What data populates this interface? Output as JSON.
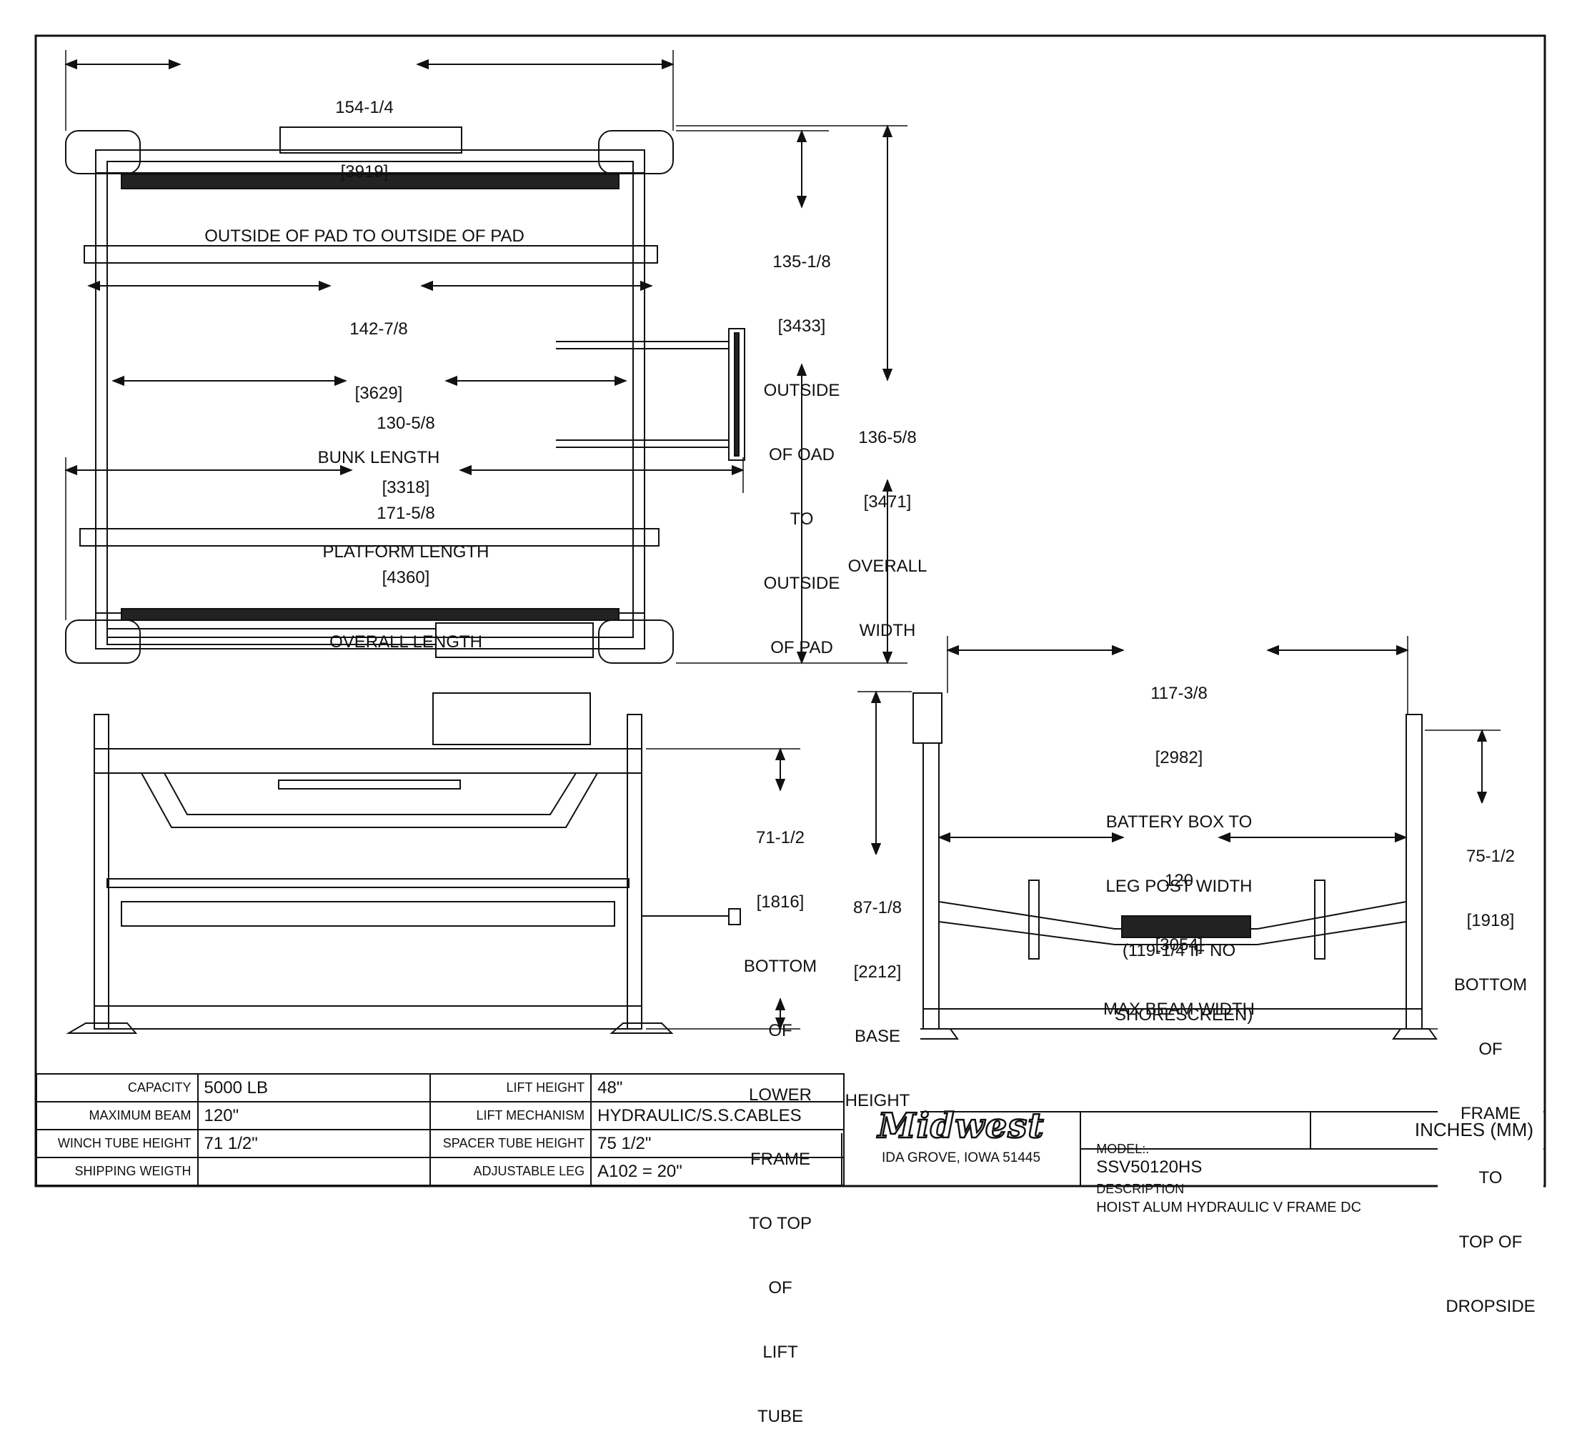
{
  "top_view": {
    "outside_pad": {
      "value": "154-1/4",
      "mm": "[3919]",
      "label": "OUTSIDE OF PAD TO OUTSIDE OF PAD"
    },
    "bunk_length": {
      "value": "142-7/8",
      "mm": "[3629]",
      "label": "BUNK LENGTH"
    },
    "platform_length": {
      "value": "130-5/8",
      "mm": "[3318]",
      "label": "PLATFORM LENGTH"
    },
    "overall_length": {
      "value": "171-5/8",
      "mm": "[4360]",
      "label": "OVERALL LENGTH"
    },
    "outside_oad": {
      "value": "135-1/8",
      "mm": "[3433]",
      "l1": "OUTSIDE",
      "l2": "OF OAD",
      "l3": "TO",
      "l4": "OUTSIDE",
      "l5": "OF PAD"
    },
    "overall_width": {
      "value": "136-5/8",
      "mm": "[3471]",
      "l1": "OVERALL",
      "l2": "WIDTH"
    }
  },
  "side_view": {
    "lower_frame": {
      "value": "71-1/2",
      "mm": "[1816]",
      "l1": "BOTTOM",
      "l2": "OF",
      "l3": "LOWER",
      "l4": "FRAME",
      "l5": "TO TOP",
      "l6": "OF",
      "l7": "LIFT",
      "l8": "TUBE"
    }
  },
  "end_view": {
    "battery_box": {
      "value": "117-3/8",
      "mm": "[2982]",
      "l1": "BATTERY BOX TO",
      "l2": "LEG POST WIDTH",
      "l3": "(119-1/4 IF NO",
      "l4": "  SHORESCREEN)"
    },
    "max_beam": {
      "value": "120",
      "mm": "[3054]",
      "label": "MAX BEAM WIDTH"
    },
    "base_height": {
      "value": "87-1/8",
      "mm": "[2212]",
      "l1": "BASE",
      "l2": "HEIGHT"
    },
    "dropside": {
      "value": "75-1/2",
      "mm": "[1918]",
      "l1": "BOTTOM",
      "l2": "OF",
      "l3": "FRAME",
      "l4": "TO",
      "l5": "TOP OF",
      "l6": "DROPSIDE"
    }
  },
  "specs": {
    "rows": [
      {
        "k1": "CAPACITY",
        "v1": "5000 LB",
        "k2": "LIFT HEIGHT",
        "v2": "48\""
      },
      {
        "k1": "MAXIMUM BEAM",
        "v1": "120\"",
        "k2": "LIFT MECHANISM",
        "v2": "HYDRAULIC/S.S.CABLES"
      },
      {
        "k1": "WINCH TUBE HEIGHT",
        "v1": "71 1/2\"",
        "k2": "SPACER TUBE HEIGHT",
        "v2": "75 1/2\""
      },
      {
        "k1": "SHIPPING WEIGTH",
        "v1": "",
        "k2": "ADJUSTABLE LEG",
        "v2": "A102 = 20\""
      }
    ]
  },
  "title_block": {
    "brand": "Midwest",
    "location": "IDA GROVE, IOWA  51445",
    "model_label": "MODEL:.",
    "model": "SSV50120HS",
    "units": "INCHES (MM)",
    "description_label": "DESCRIPTION",
    "description": "HOIST ALUM HYDRAULIC V FRAME DC"
  }
}
